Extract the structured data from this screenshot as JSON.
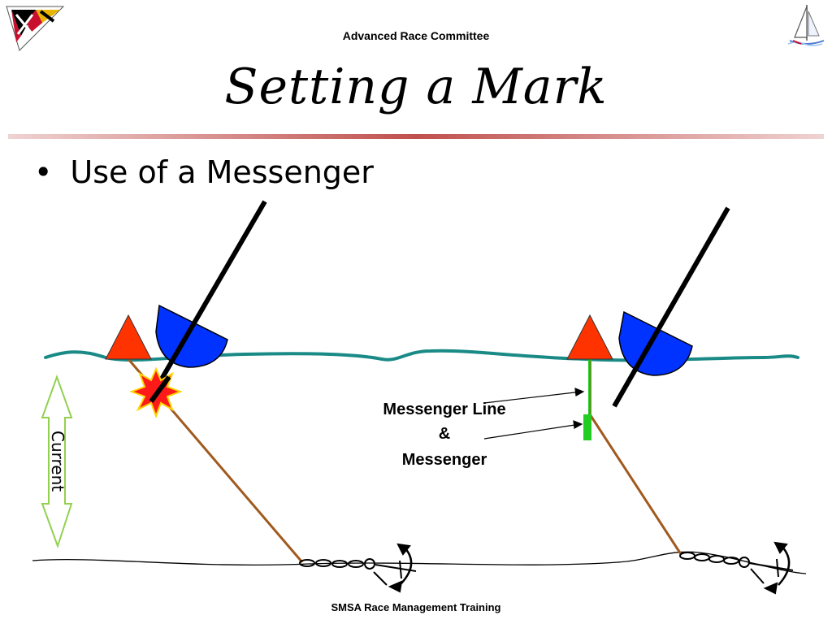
{
  "header": {
    "org": "Advanced Race Committee"
  },
  "slide": {
    "title": "Setting a Mark",
    "bullet": "Use of a Messenger"
  },
  "diagram": {
    "current_label": "Current",
    "messenger_label_line1": "Messenger Line",
    "messenger_label_line2": "&",
    "messenger_label_line3": "Messenger"
  },
  "footer": {
    "text": "SMSA Race Management Training"
  },
  "colors": {
    "accent_divider": "#c0504d",
    "mark": "#ff3300",
    "boat": "#0033ff",
    "water": "#1a8a86",
    "rode": "#a05a1e",
    "messenger": "#22cc22",
    "current_arrow": "#92d050"
  },
  "icons": {
    "top_left": "maryland-flag-icon",
    "top_right": "sailboat-icon",
    "collision": "burst-icon"
  }
}
